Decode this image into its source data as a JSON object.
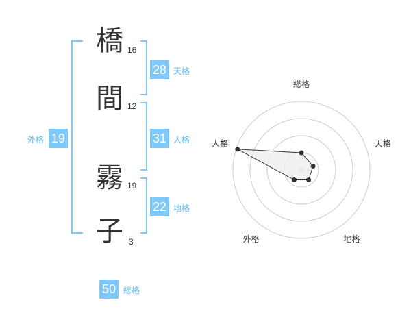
{
  "name": {
    "chars": [
      {
        "char": "橋",
        "strokes": "16"
      },
      {
        "char": "間",
        "strokes": "12"
      },
      {
        "char": "霧",
        "strokes": "19"
      },
      {
        "char": "子",
        "strokes": "3"
      }
    ]
  },
  "fortunes": {
    "tenkaku": {
      "label": "天格",
      "value": "28"
    },
    "jinkaku": {
      "label": "人格",
      "value": "31"
    },
    "chikaku": {
      "label": "地格",
      "value": "22"
    },
    "gaikaku": {
      "label": "外格",
      "value": "19"
    },
    "soukaku": {
      "label": "総格",
      "value": "50"
    }
  },
  "colors": {
    "accent": "#7fc8f8",
    "accent_text": "#5ab4ee",
    "bracket": "#7fc8f8",
    "radar_fill": "#eeeeee",
    "radar_line": "#333333"
  },
  "chart_data": {
    "type": "radar",
    "axes": [
      "総格",
      "天格",
      "地格",
      "外格",
      "人格"
    ],
    "values": [
      0.25,
      0.18,
      0.18,
      0.18,
      0.98
    ],
    "rings": 4,
    "range": [
      0,
      1
    ]
  }
}
